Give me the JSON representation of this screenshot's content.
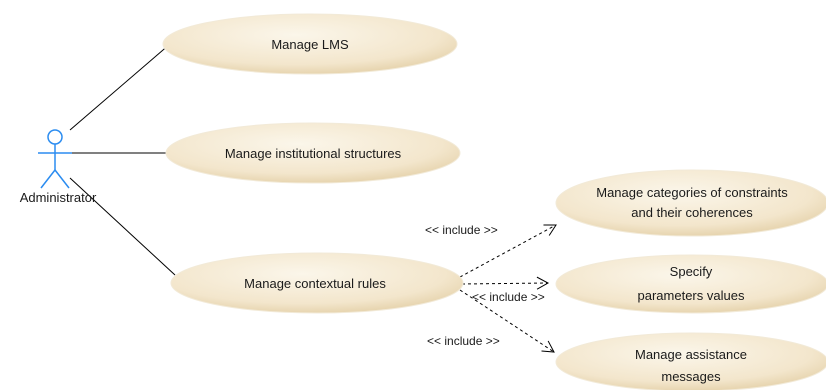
{
  "actor": {
    "name": "Administrator"
  },
  "use_cases": {
    "manage_lms": [
      "Manage LMS"
    ],
    "manage_institutional": [
      "Manage institutional structures"
    ],
    "manage_contextual": [
      "Manage contextual rules"
    ],
    "manage_categories": [
      "Manage categories of constraints",
      "and their coherences"
    ],
    "specify_parameters": [
      "Specify",
      "parameters values"
    ],
    "manage_assistance": [
      "Manage assistance",
      "messages"
    ]
  },
  "relations": {
    "include_1": "<< include >>",
    "include_2": "<< include >>",
    "include_3": "<< include >>"
  },
  "colors": {
    "usecase_fill": "#f6ecd8",
    "usecase_fill_dark": "#e3cfa6",
    "actor_stroke": "#2b8cf0",
    "line": "#000000"
  }
}
